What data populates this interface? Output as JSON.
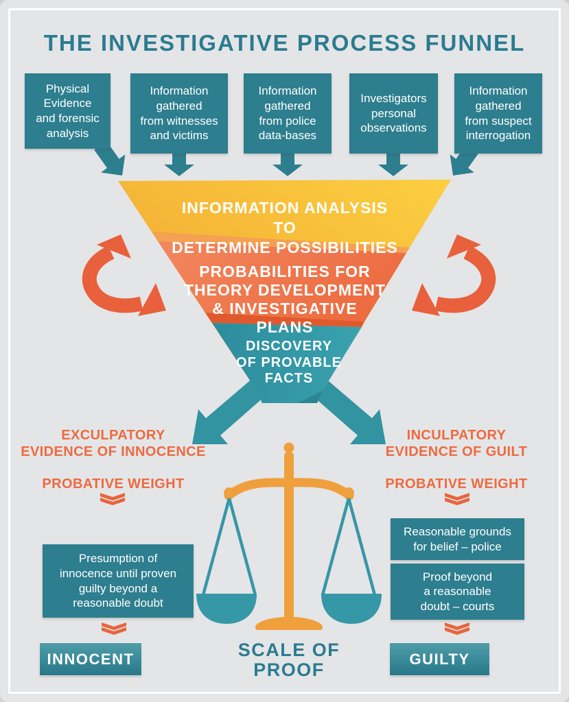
{
  "title": "THE INVESTIGATIVE PROCESS FUNNEL",
  "sources": [
    {
      "text": "Physical\nEvidence\nand forensic\nanalysis"
    },
    {
      "text": "Information\ngathered\nfrom witnesses\nand victims"
    },
    {
      "text": "Information\ngathered\nfrom police\ndata-bases"
    },
    {
      "text": "Investigators\npersonal\nobservations"
    },
    {
      "text": "Information\ngathered\nfrom suspect\ninterrogation"
    }
  ],
  "funnel": {
    "stages": [
      {
        "label": "INFORMATION ANALYSIS TO\nDETERMINE POSSIBILITIES",
        "color": "#f6b437"
      },
      {
        "label": "PROBABILITIES FOR\nTHEORY DEVELOPMENT\n& INVESTIGATIVE PLANS",
        "color": "#ee7448"
      },
      {
        "label": "DISCOVERY\nOF PROVABLE\nFACTS",
        "color": "#2e92a1"
      }
    ]
  },
  "left_track": {
    "heading": "EXCULPATORY\nEVIDENCE OF INNOCENCE",
    "weight_label": "PROBATIVE WEIGHT",
    "box_text": "Presumption of\ninnocence until proven\nguilty beyond a\nreasonable doubt",
    "verdict": "INNOCENT"
  },
  "right_track": {
    "heading": "INCULPATORY\nEVIDENCE OF GUILT",
    "weight_label": "PROBATIVE WEIGHT",
    "box1_text": "Reasonable grounds\nfor belief – police",
    "box2_text": "Proof beyond\na reasonable\ndoubt – courts",
    "verdict": "GUILTY"
  },
  "scale_caption": "SCALE OF\nPROOF",
  "colors": {
    "background": "#e4e5e7",
    "teal_box": "#2d7e8e",
    "teal_funnel": "#2e92a1",
    "teal_arrow": "#3293a1",
    "teal_heading": "#2b7b90",
    "yellow": "#f8c338",
    "orange": "#ee7448",
    "red_orange": "#e8603c",
    "orange_text": "#ed6a40",
    "gold_scale": "#efa03c"
  }
}
